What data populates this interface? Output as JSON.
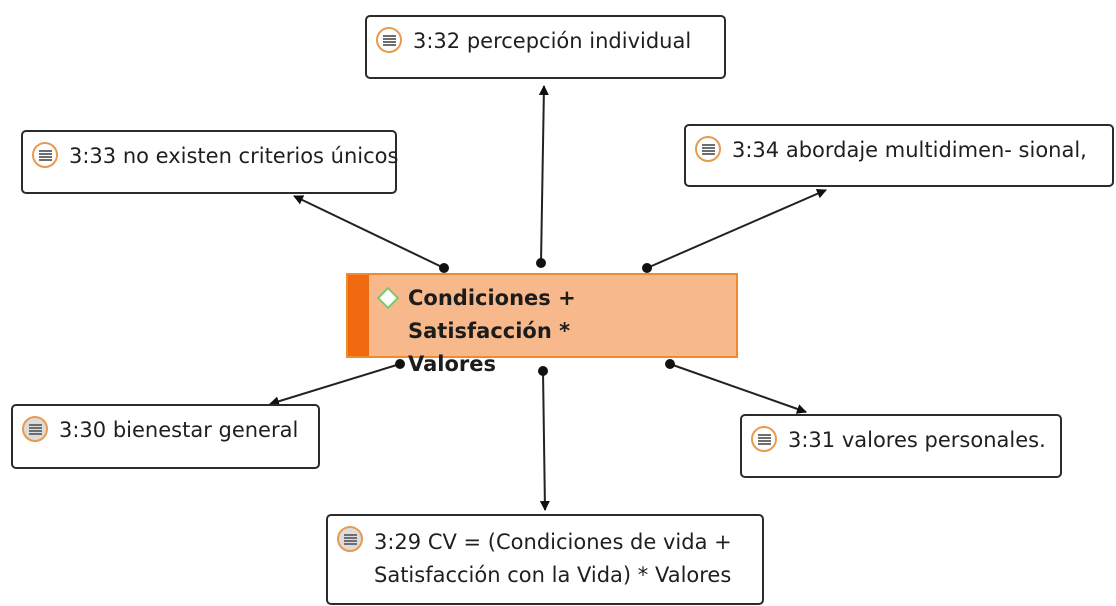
{
  "center_node": {
    "label_line1": "Condiciones + Satisfacción *",
    "label_line2": "Valores",
    "icon": "diamond-code-icon",
    "colors": {
      "fill": "#f7b98b",
      "border": "#f08a2c",
      "stripe": "#f26a0f",
      "icon": "#7fc36a"
    }
  },
  "quotes": [
    {
      "id": "q332",
      "label": "3:32 percepción  individual",
      "icon": "quote-icon"
    },
    {
      "id": "q333",
      "label": "3:33 no existen criterios únicos",
      "icon": "quote-icon"
    },
    {
      "id": "q334",
      "label": "3:34 abordaje multidimen-  sional,",
      "icon": "quote-icon"
    },
    {
      "id": "q330",
      "label": "3:30 bienestar general",
      "icon": "quote-icon"
    },
    {
      "id": "q331",
      "label": "3:31 valores personales.",
      "icon": "quote-icon"
    },
    {
      "id": "q329",
      "label_line1": "3:29 CV = (Condiciones de vida +",
      "label_line2": "Satisfacción con la  Vida) * Valores",
      "icon": "quote-icon"
    }
  ]
}
